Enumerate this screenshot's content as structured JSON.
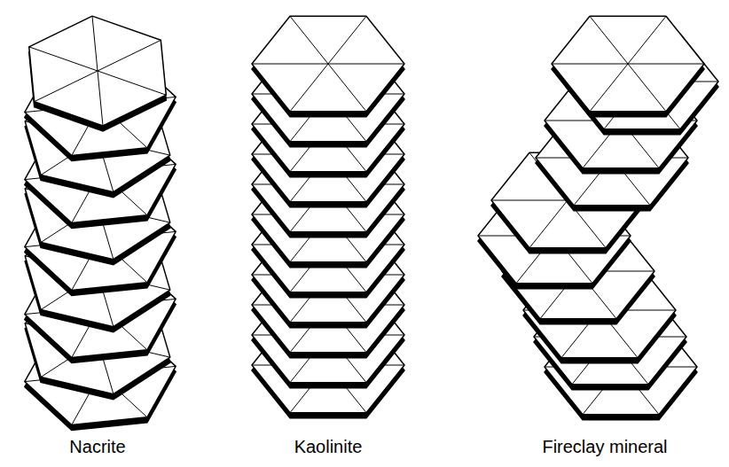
{
  "diagram": {
    "labels": [
      "Nacrite",
      "Kaolinite",
      "Fireclay mineral"
    ]
  }
}
